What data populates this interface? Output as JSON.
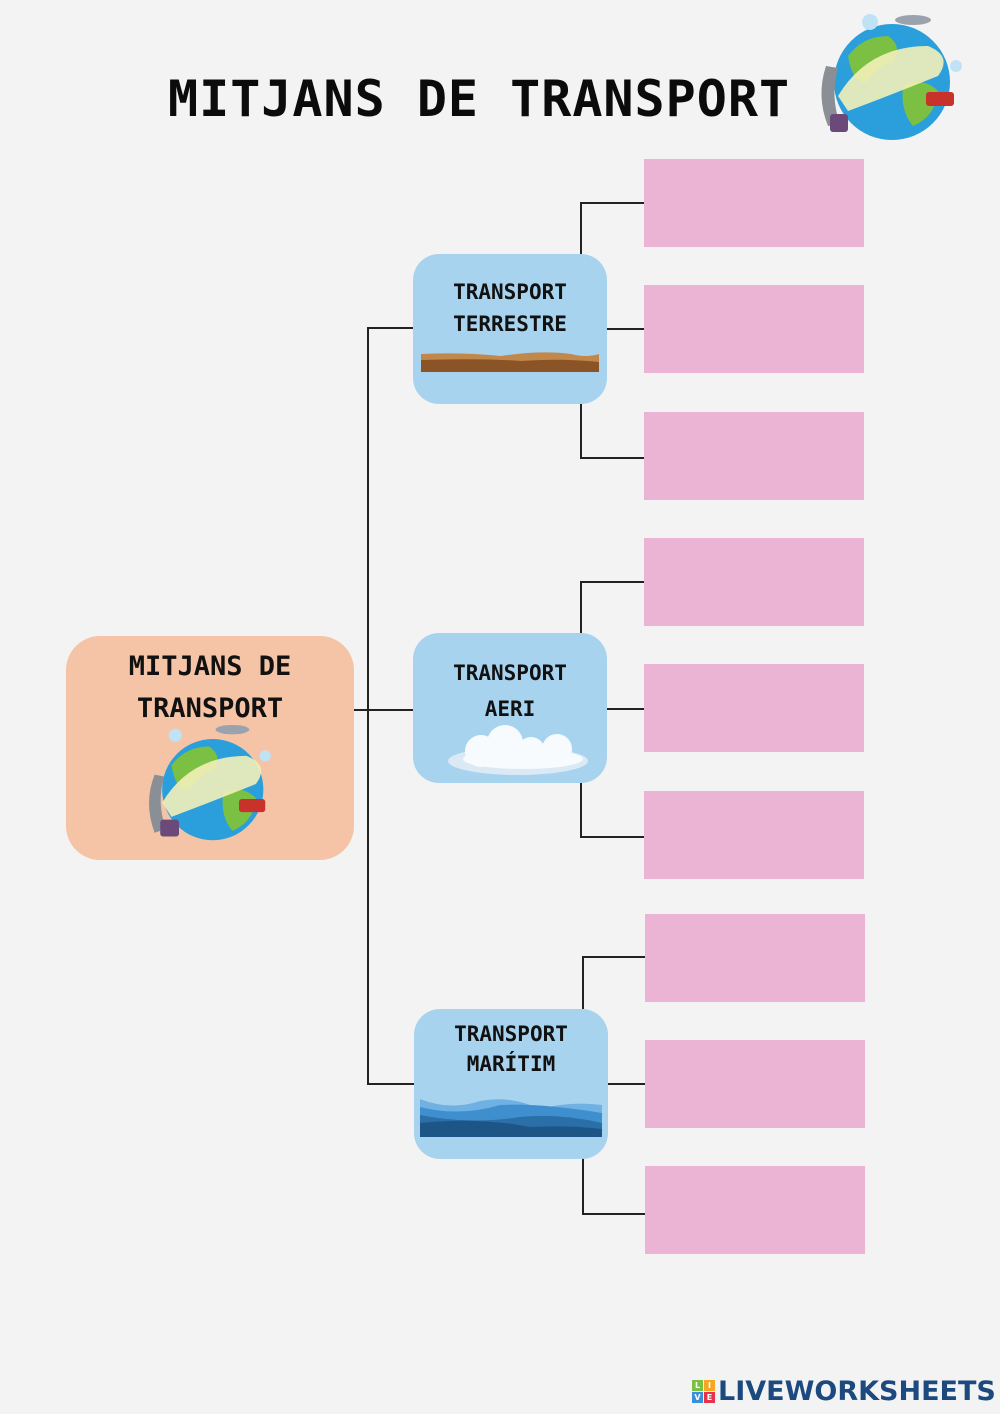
{
  "header": {
    "title": "MITJANS DE TRANSPORT",
    "illustration": "globe-transport-icon"
  },
  "root": {
    "label_line1": "MITJANS DE",
    "label_line2": "TRANSPORT",
    "illustration": "globe-transport-icon",
    "color": "#f5c4a7"
  },
  "categories": [
    {
      "line1": "TRANSPORT",
      "line2": "TERRESTRE",
      "decoration": "ground-icon",
      "answers": [
        "",
        "",
        ""
      ]
    },
    {
      "line1": "TRANSPORT",
      "line2": "AERI",
      "decoration": "cloud-icon",
      "answers": [
        "",
        "",
        ""
      ]
    },
    {
      "line1": "TRANSPORT",
      "line2": "MARÍTIM",
      "decoration": "waves-icon",
      "answers": [
        "",
        "",
        ""
      ]
    }
  ],
  "colors": {
    "category_box": "#a8d3ef",
    "answer_box": "#ebb3d4",
    "background": "#f3f3f3"
  },
  "footer": {
    "brand": "LIVEWORKSHEETS",
    "mark_letters": [
      "L",
      "I",
      "V",
      "E"
    ]
  }
}
